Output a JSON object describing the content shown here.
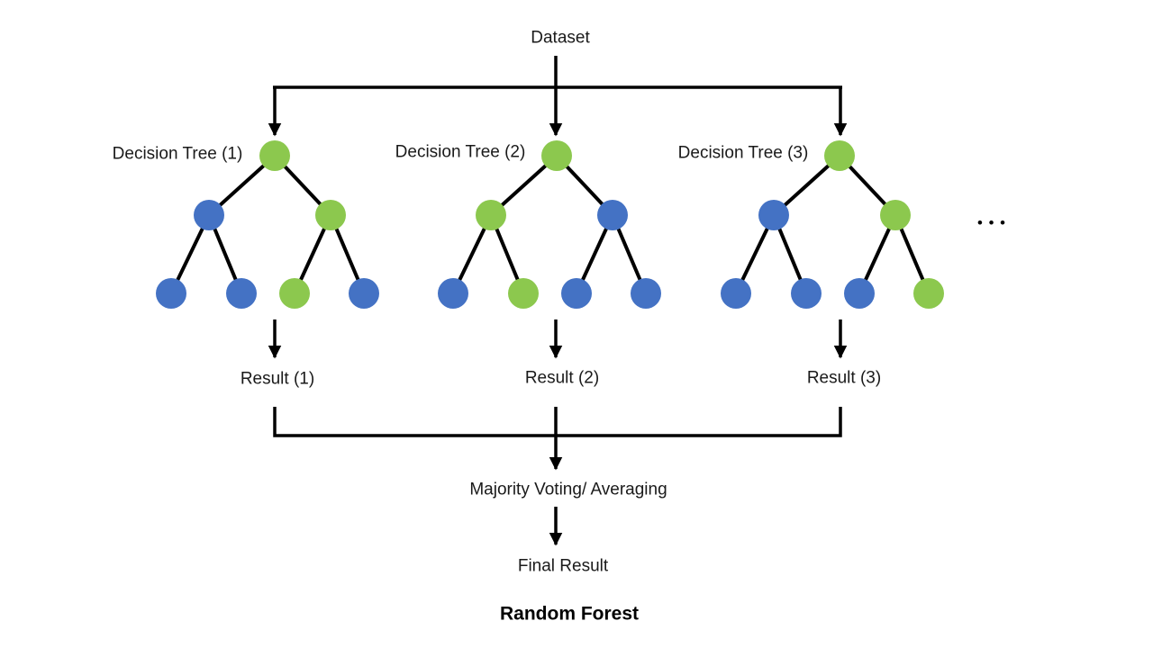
{
  "title": "Random Forest",
  "dataset_label": "Dataset",
  "majority_label": "Majority Voting/ Averaging",
  "final_label": "Final Result",
  "ellipsis": "•••",
  "colors": {
    "green": "#8CC84E",
    "blue": "#4472C4",
    "line": "#000000",
    "text": "#1A1A1A"
  },
  "trees": [
    {
      "label": "Decision Tree (1)",
      "result": "Result (1)",
      "nodes": [
        "green",
        "blue",
        "green",
        "blue",
        "blue",
        "green",
        "blue"
      ]
    },
    {
      "label": "Decision Tree (2)",
      "result": "Result (2)",
      "nodes": [
        "green",
        "green",
        "blue",
        "blue",
        "green",
        "blue",
        "blue"
      ]
    },
    {
      "label": "Decision Tree (3)",
      "result": "Result (3)",
      "nodes": [
        "green",
        "blue",
        "green",
        "blue",
        "blue",
        "blue",
        "green"
      ]
    }
  ]
}
